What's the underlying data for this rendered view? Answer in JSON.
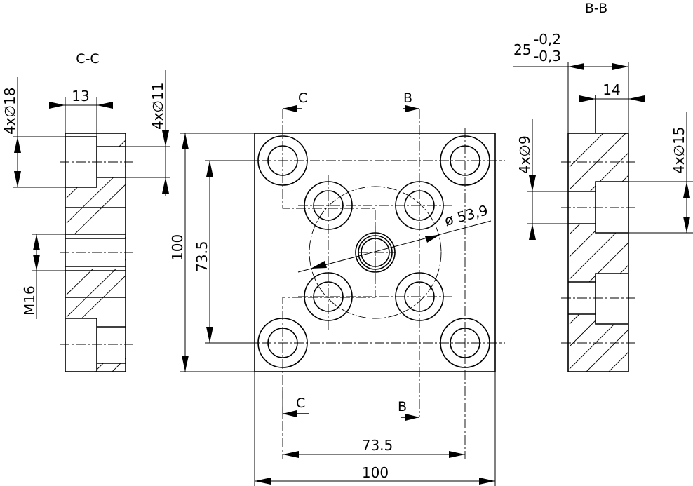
{
  "labels": {
    "section_cc": "C-C",
    "section_bb": "B-B",
    "c_top": "C",
    "b_top": "B",
    "c_bottom": "C",
    "b_bottom": "B"
  },
  "dims": {
    "cc_width": "13",
    "cc_bore_large": "4x∅18",
    "cc_bore_small": "4x∅11",
    "cc_thread": "M16",
    "front_height": "100",
    "front_pitch_vertical": "73.5",
    "front_pitch_horizontal": "73.5",
    "front_width": "100",
    "pcd": "ø 53,9",
    "bb_thickness": "25",
    "bb_tol_upper": "-0,2",
    "bb_tol_lower": "-0,3",
    "bb_depth": "14",
    "bb_bore_small": "4x∅9",
    "bb_bore_large": "4x∅15"
  }
}
